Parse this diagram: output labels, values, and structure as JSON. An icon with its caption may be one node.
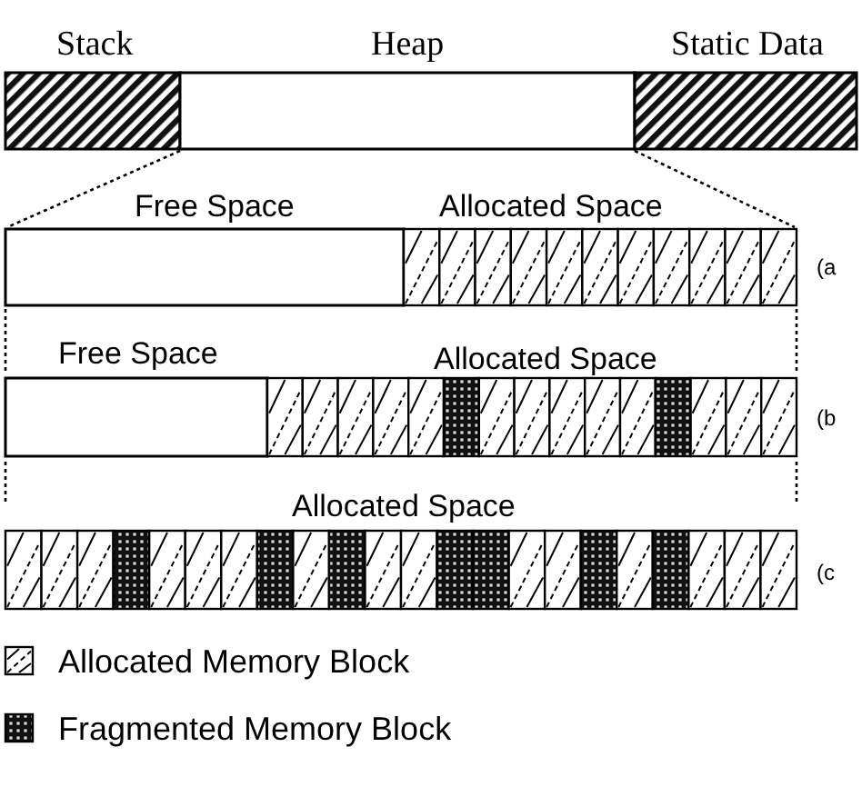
{
  "diagram": {
    "labels": [
      "Stack",
      "Heap",
      "Static Data",
      "Free Space",
      "Allocated Space",
      "(a",
      "Free Space",
      "Allocated Space",
      "(b",
      "Allocated Space",
      "(c"
    ],
    "legend": [
      {
        "text": "Allocated Memory Block"
      },
      {
        "text": "Fragmented Memory Block"
      }
    ]
  }
}
